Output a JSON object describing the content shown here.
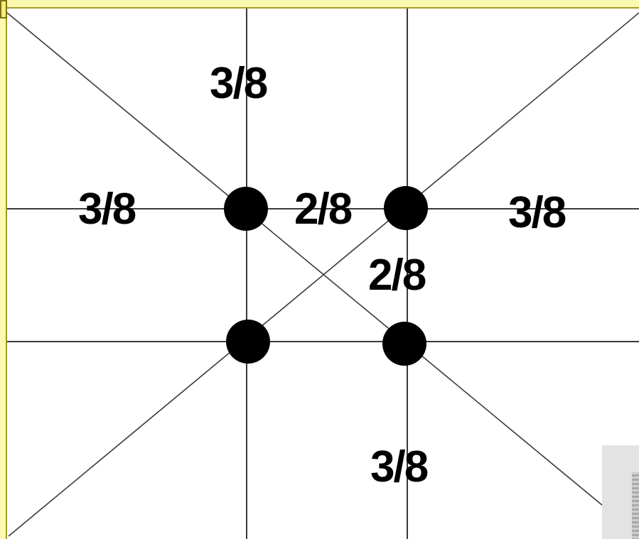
{
  "labels": {
    "top": "3/8",
    "left": "3/8",
    "center_horizontal": "2/8",
    "right": "3/8",
    "center_vertical": "2/8",
    "bottom": "3/8"
  },
  "colors": {
    "line": "#3a3a3a",
    "point": "#000000",
    "background": "#ffffff",
    "frame": "#fbf8b0"
  }
}
